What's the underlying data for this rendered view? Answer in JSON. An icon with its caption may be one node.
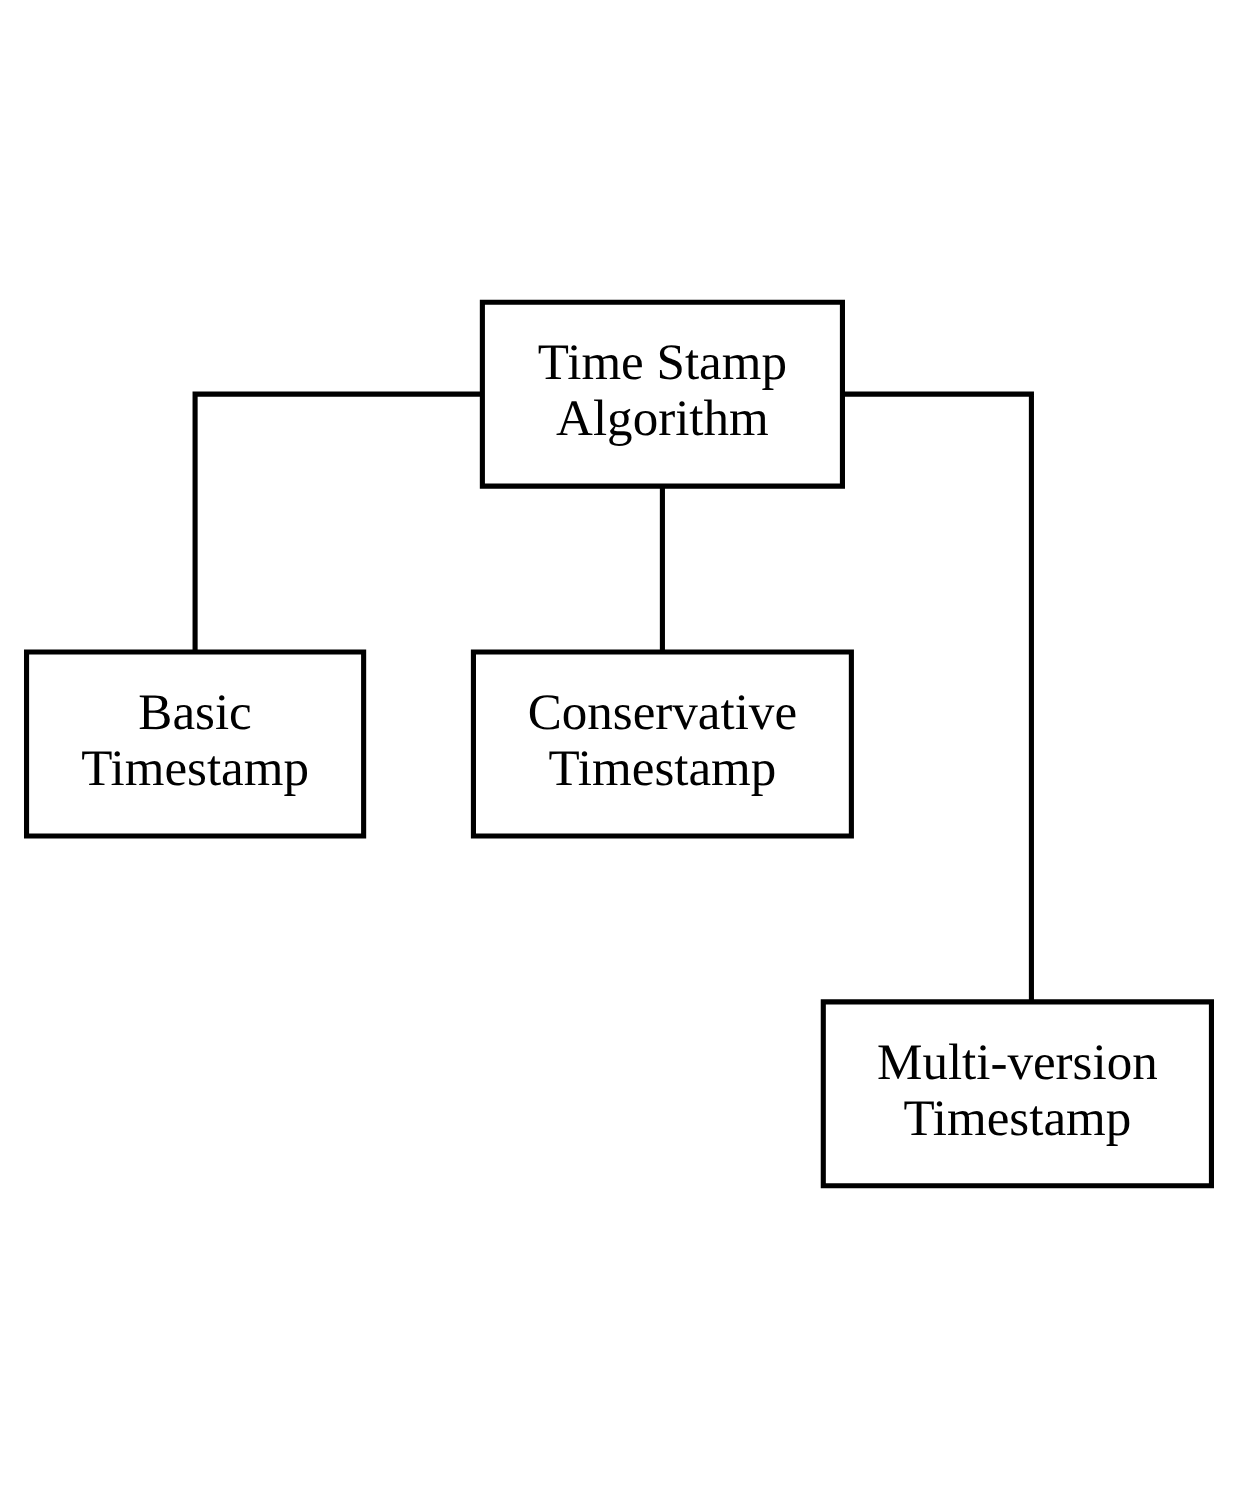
{
  "diagram": {
    "nodes": [
      {
        "text": [
          "Time Stamp Algorithm"
        ]
      },
      {
        "text": [
          "Basic Timestamp"
        ]
      },
      {
        "text": [
          "Conservative Timestamp"
        ]
      },
      {
        "text": [
          "Multi-version Timestamp"
        ]
      }
    ],
    "edges": [
      {
        "from": 0,
        "to": 1,
        "arrow": "none"
      },
      {
        "from": 0,
        "to": 2,
        "arrow": "none"
      },
      {
        "from": 0,
        "to": 3,
        "arrow": "none"
      }
    ]
  }
}
